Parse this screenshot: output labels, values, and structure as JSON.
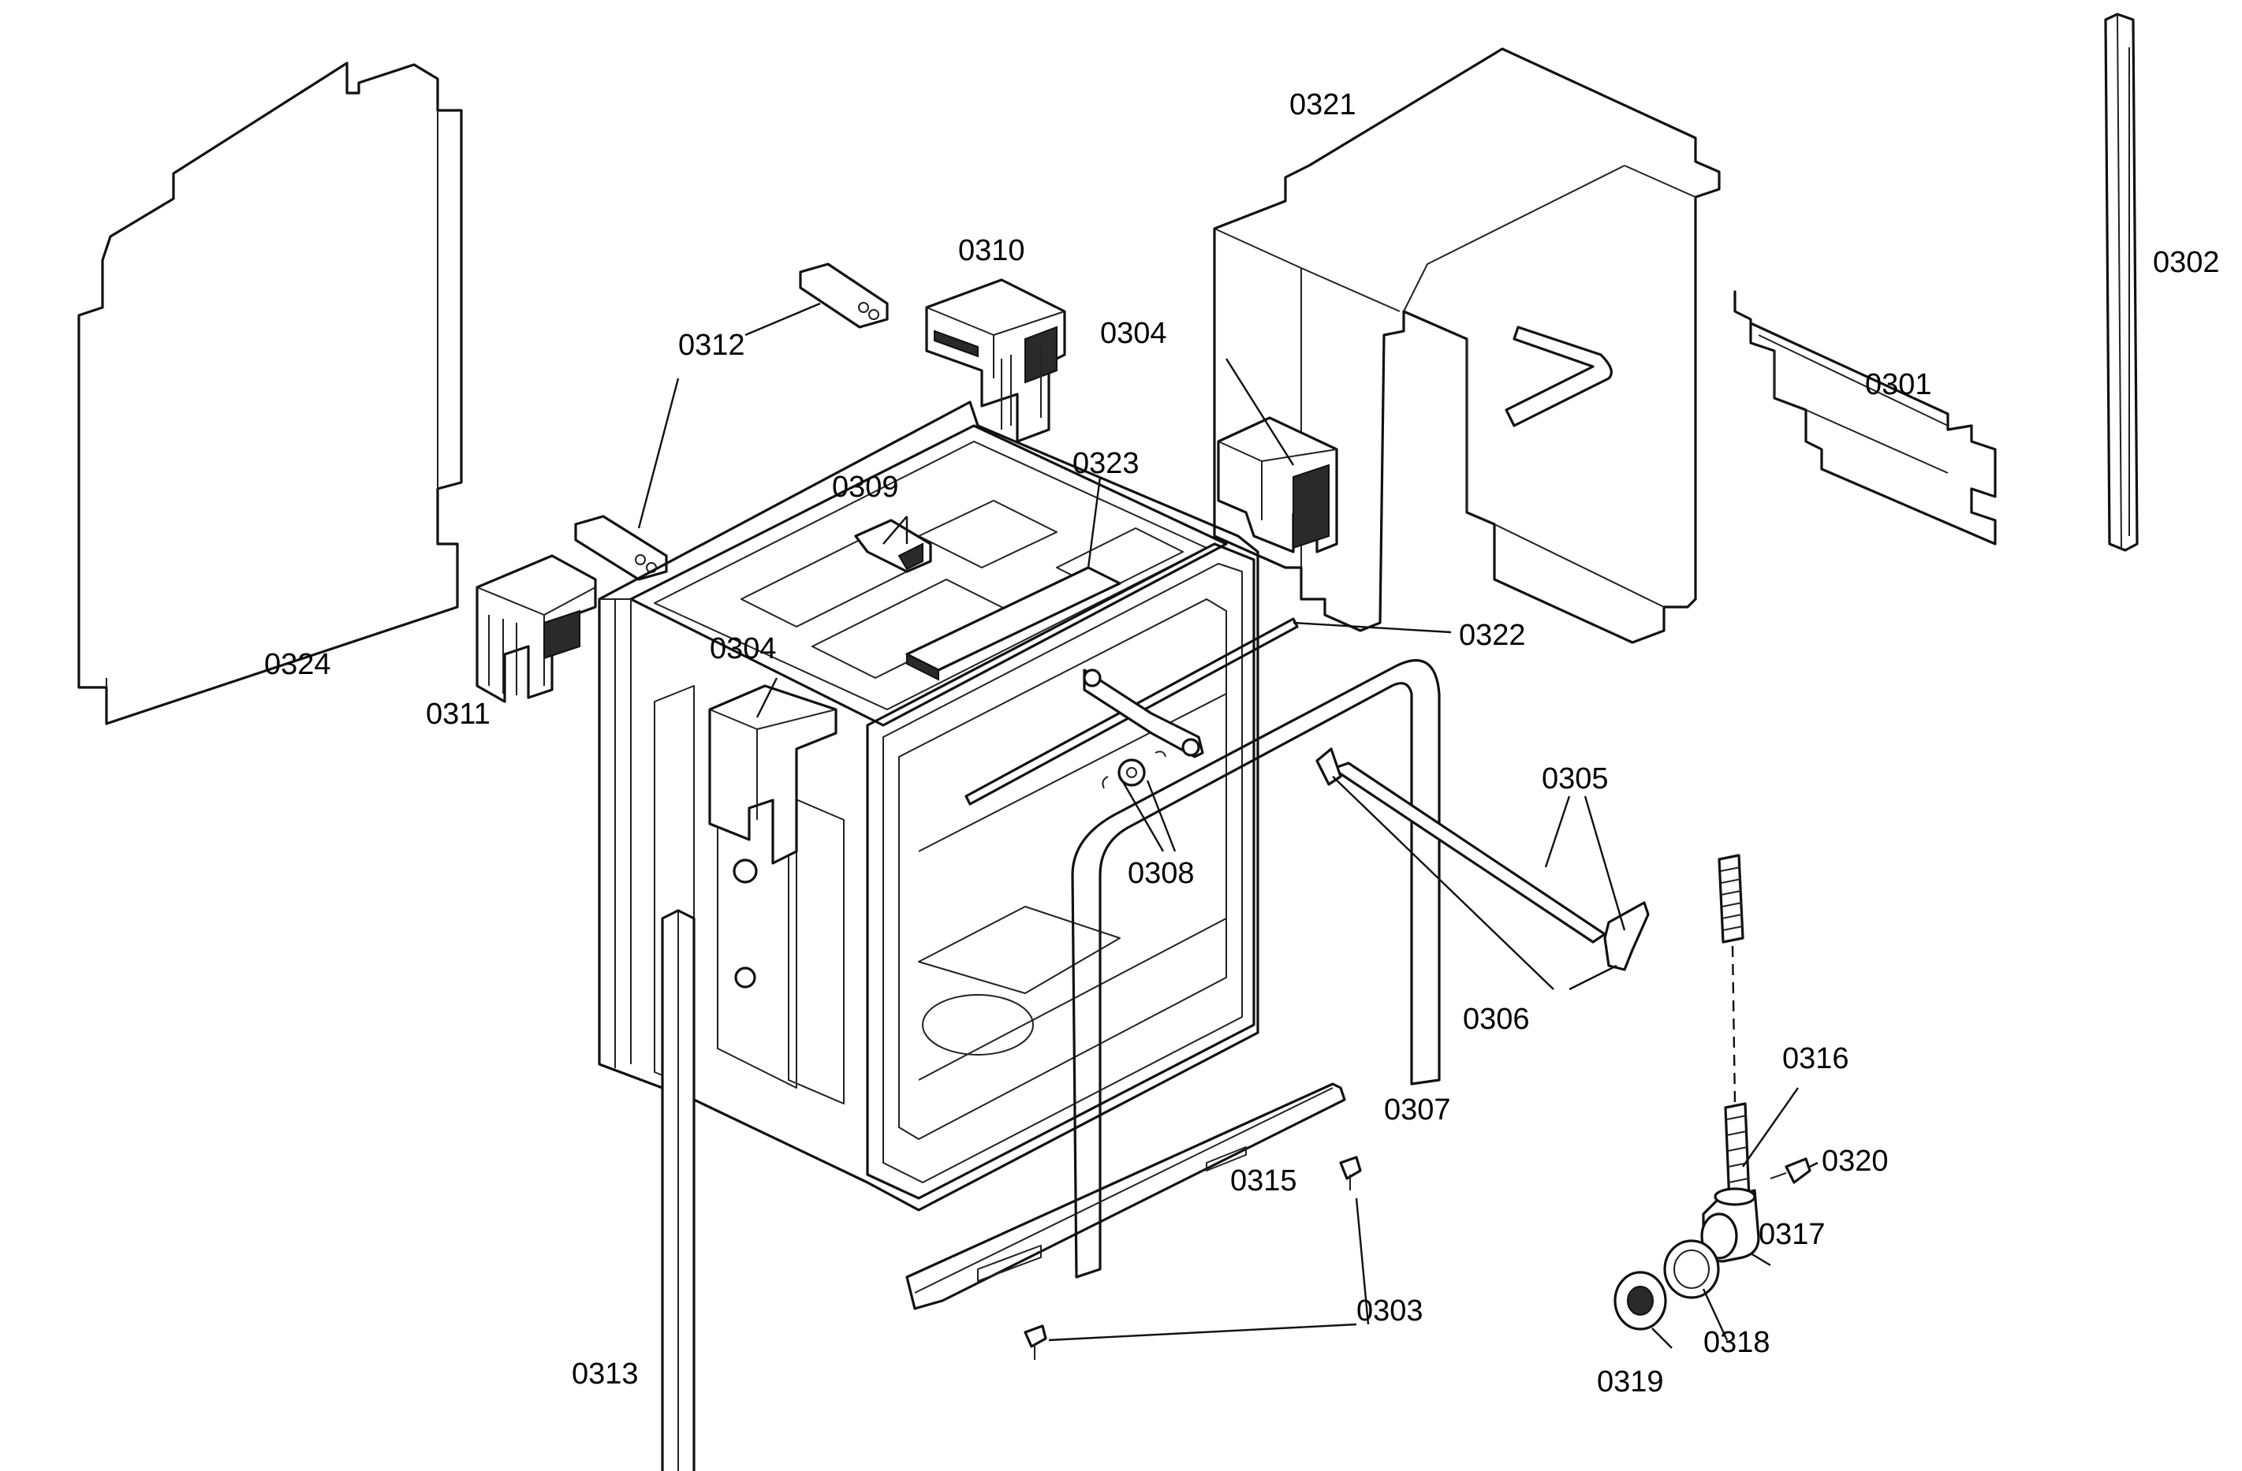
{
  "labels": {
    "p0301": "0301",
    "p0302": "0302",
    "p0303": "0303",
    "p0304a": "0304",
    "p0304b": "0304",
    "p0305": "0305",
    "p0306": "0306",
    "p0307": "0307",
    "p0308": "0308",
    "p0309": "0309",
    "p0310": "0310",
    "p0311": "0311",
    "p0312": "0312",
    "p0313": "0313",
    "p0315": "0315",
    "p0316": "0316",
    "p0317": "0317",
    "p0318": "0318",
    "p0319": "0319",
    "p0320": "0320",
    "p0321": "0321",
    "p0322": "0322",
    "p0323": "0323",
    "p0324": "0324"
  }
}
